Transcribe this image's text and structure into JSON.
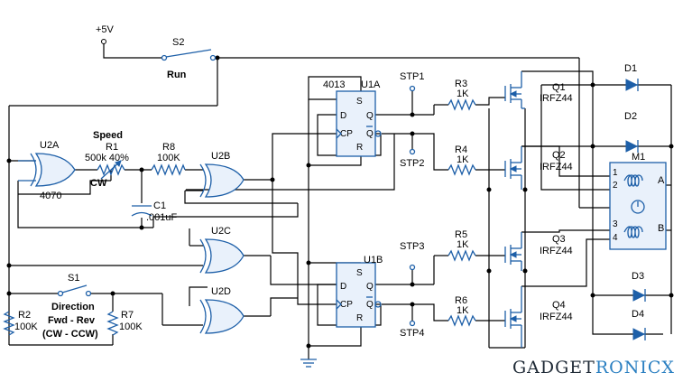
{
  "supply": {
    "label": "+5V"
  },
  "switches": {
    "s2": {
      "ref": "S2",
      "desc": "Run"
    },
    "s1": {
      "ref": "S1",
      "desc_lines": [
        "Direction",
        "Fwd - Rev",
        "(CW - CCW)"
      ]
    }
  },
  "gates": {
    "u2a": {
      "ref": "U2A",
      "part": "4070"
    },
    "u2b": {
      "ref": "U2B"
    },
    "u2c": {
      "ref": "U2C"
    },
    "u2d": {
      "ref": "U2D"
    }
  },
  "pot": {
    "title": "Speed",
    "ref": "R1",
    "value": "500k 40%",
    "dir": "CW"
  },
  "resistors": {
    "r8": {
      "ref": "R8",
      "value": "100K"
    },
    "r3": {
      "ref": "R3",
      "value": "1K"
    },
    "r4": {
      "ref": "R4",
      "value": "1K"
    },
    "r5": {
      "ref": "R5",
      "value": "1K"
    },
    "r6": {
      "ref": "R6",
      "value": "1K"
    },
    "r2": {
      "ref": "R2",
      "value": "100K"
    },
    "r7": {
      "ref": "R7",
      "value": "100K"
    }
  },
  "capacitor": {
    "ref": "C1",
    "value": ".001uF"
  },
  "flipflops": {
    "u1a": {
      "ref": "U1A",
      "part": "4013"
    },
    "u1b": {
      "ref": "U1B"
    },
    "pins": {
      "s": "S",
      "d": "D",
      "cp": "CP",
      "r": "R",
      "q": "Q",
      "qbar": "Q"
    }
  },
  "testpoints": [
    "STP1",
    "STP2",
    "STP3",
    "STP4"
  ],
  "mosfets": [
    {
      "ref": "Q1",
      "part": "IRFZ44"
    },
    {
      "ref": "Q2",
      "part": "IRFZ44"
    },
    {
      "ref": "Q3",
      "part": "IRFZ44"
    },
    {
      "ref": "Q4",
      "part": "IRFZ44"
    }
  ],
  "diodes": [
    "D1",
    "D2",
    "D3",
    "D4"
  ],
  "motor": {
    "ref": "M1",
    "pins": [
      "1",
      "2",
      "3",
      "4"
    ],
    "phases": [
      "A",
      "B"
    ]
  },
  "brand": {
    "part1": "GADGET",
    "part2": "RONICX"
  },
  "colors": {
    "wire": "#000000",
    "component": "#1d5fa8",
    "brand_dark": "#1f2a36",
    "brand_accent": "#2a7fc1"
  }
}
